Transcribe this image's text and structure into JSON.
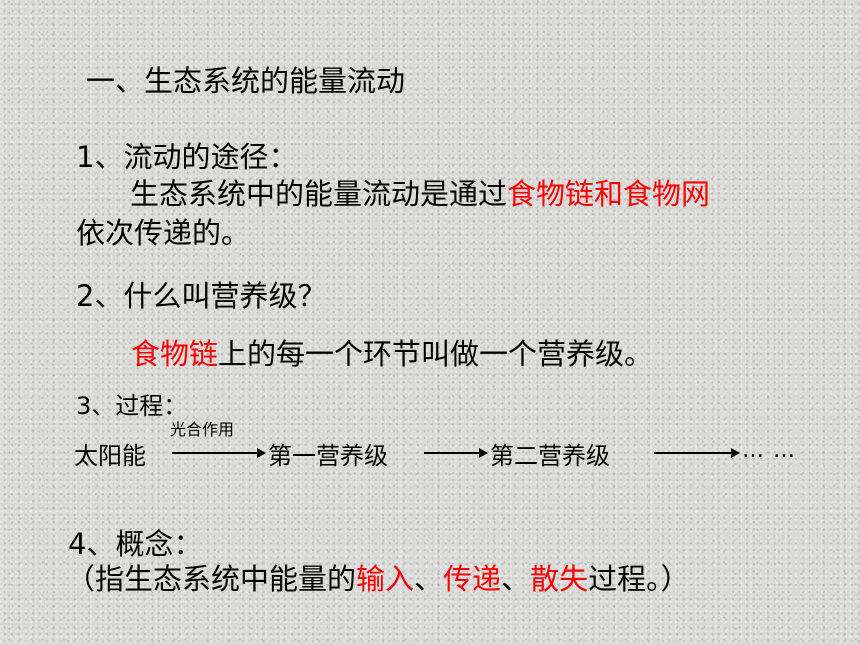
{
  "title": "一、生态系统的能量流动",
  "section1": {
    "heading": "1、流动的途径：",
    "line1_prefix": "生态系统中的能量流动是通过",
    "line1_red": "食物链和食物网",
    "line2": "依次传递的。"
  },
  "section2": {
    "heading": "2、什么叫营养级？",
    "answer_red": "食物链",
    "answer_rest": "上的每一个环节叫做一个营养级。"
  },
  "section3": {
    "heading": "3、过程：",
    "arrow_label": "光合作用",
    "sun": "太阳能",
    "level1": "第一营养级",
    "level2": "第二营养级",
    "ellipsis": "… …"
  },
  "section4": {
    "heading": "4、概念：",
    "open": "（指生态系统中能量的",
    "input_red": "输入",
    "sep1": "、",
    "transfer_red": "传递",
    "sep2": "、",
    "loss_red": "散失",
    "close": "过程。）"
  },
  "colors": {
    "highlight": "#ff0000",
    "text": "#000000"
  }
}
